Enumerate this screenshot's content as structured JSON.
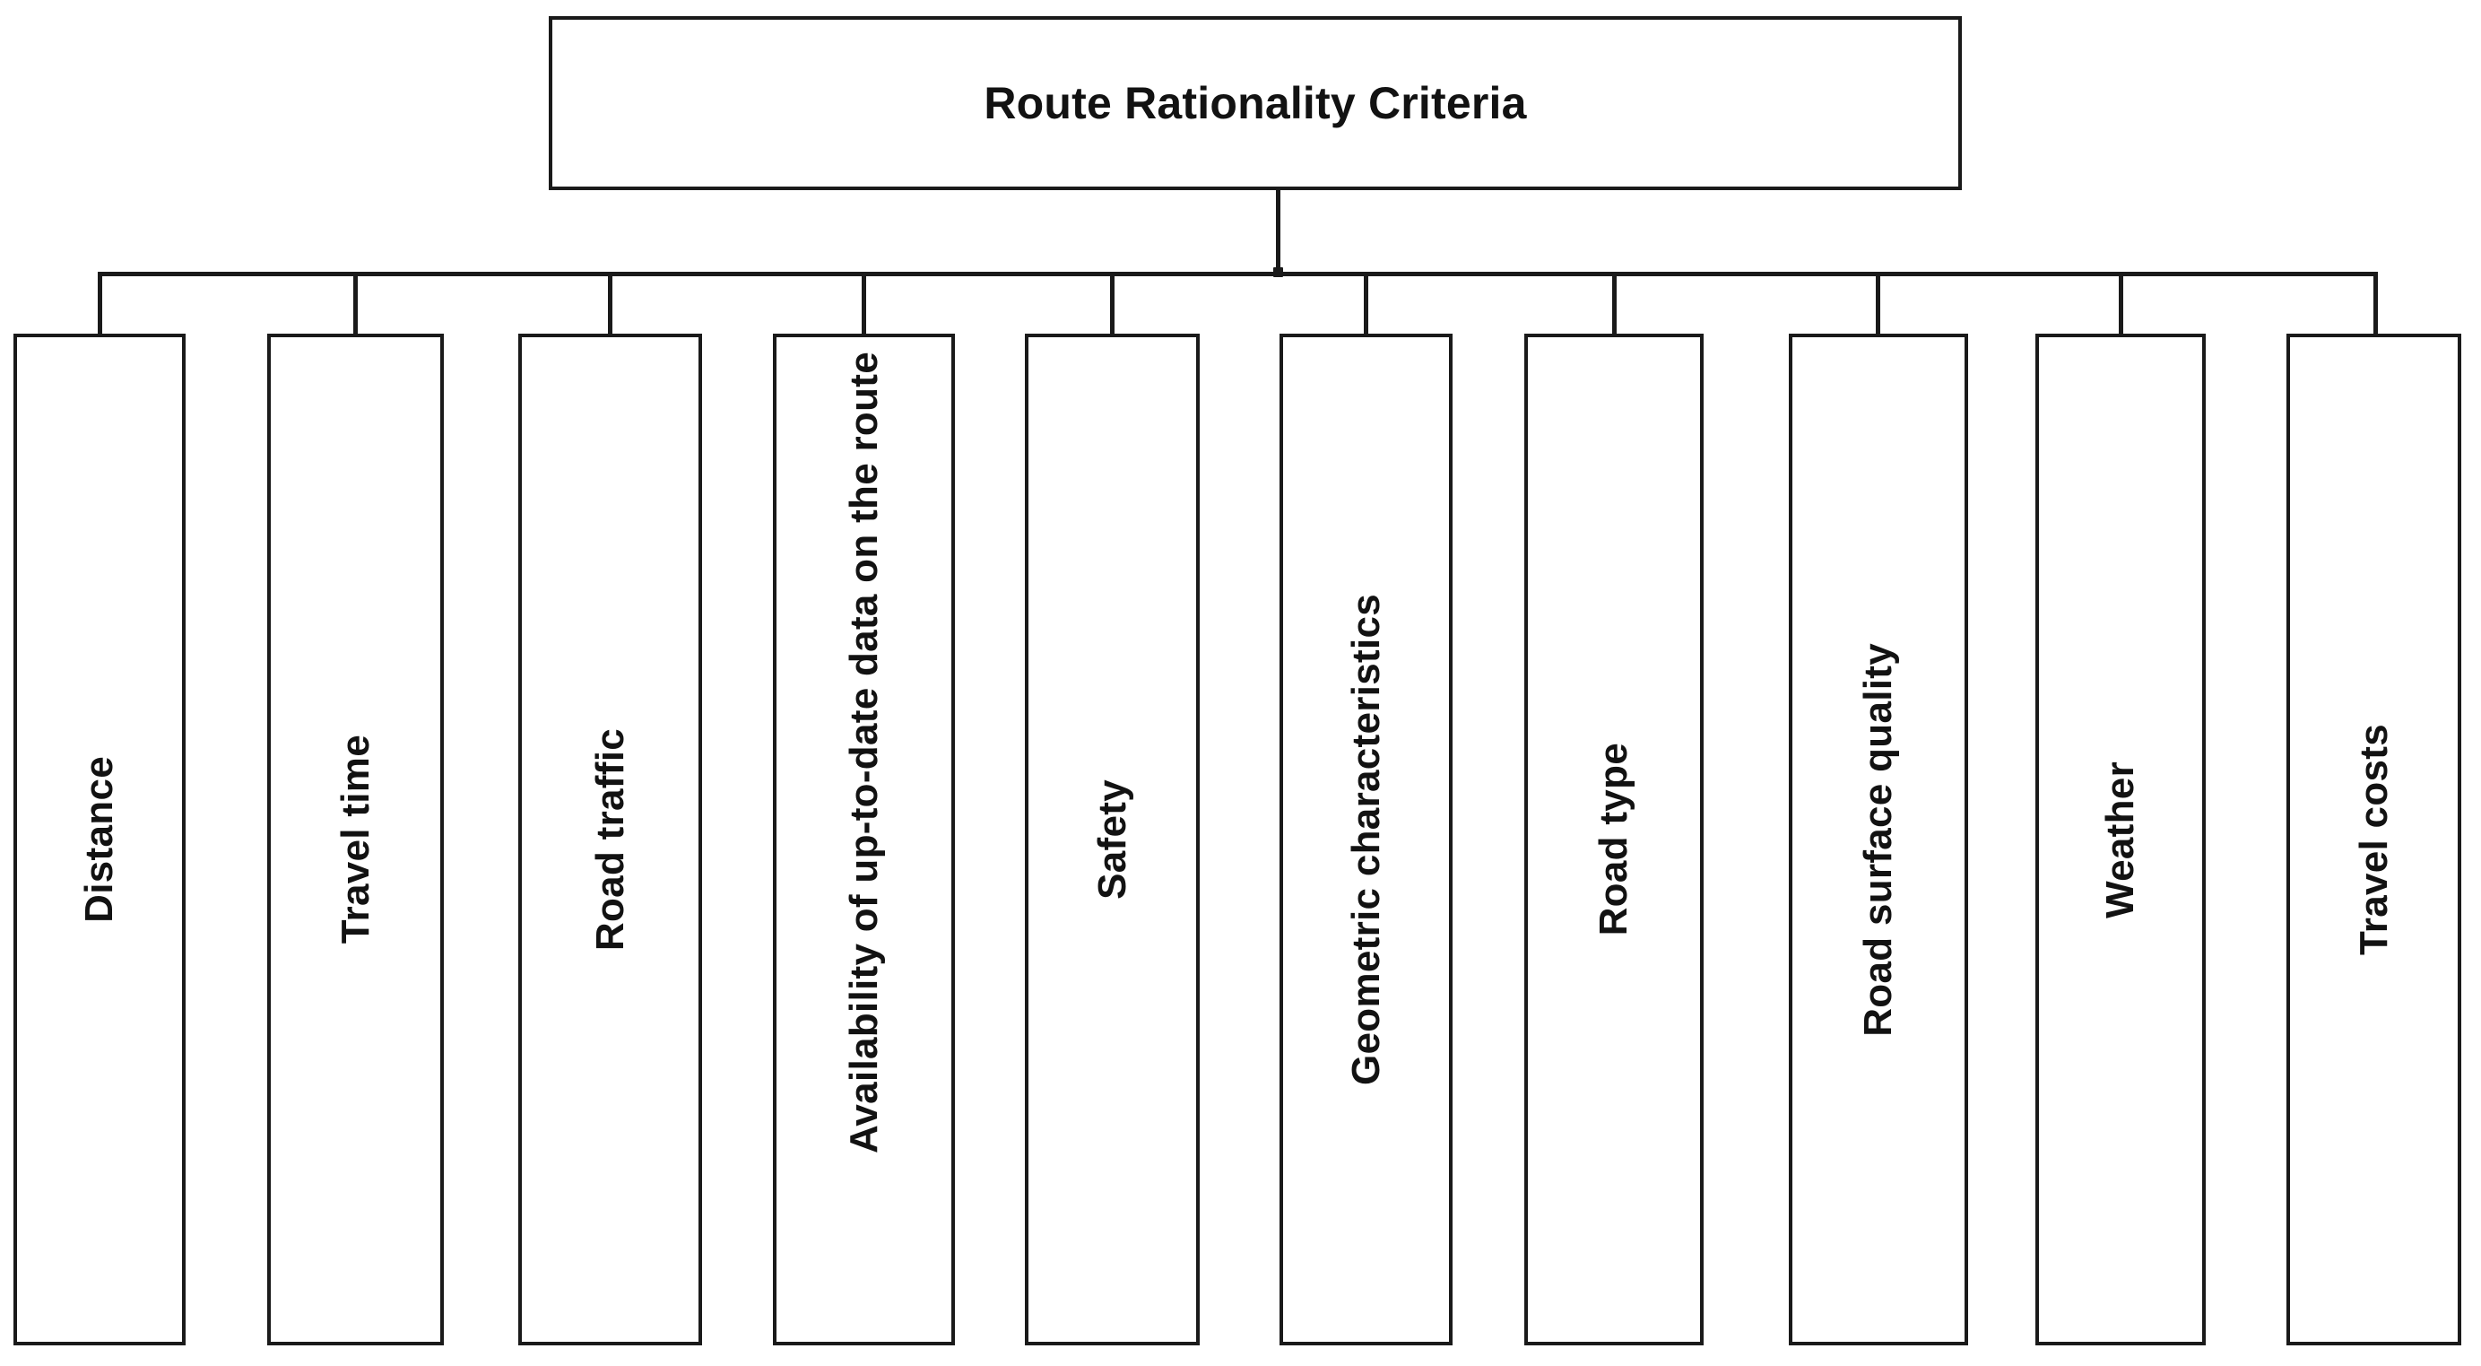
{
  "diagram": {
    "type": "tree-hierarchy",
    "orientation": "top-down",
    "root": {
      "label": "Route Rationality Criteria"
    },
    "children": [
      {
        "label": "Distance",
        "align": "center"
      },
      {
        "label": "Travel time",
        "align": "center"
      },
      {
        "label": "Road traffic",
        "align": "center"
      },
      {
        "label": "Availability of up-to-date data on the route",
        "align": "top"
      },
      {
        "label": "Safety",
        "align": "center"
      },
      {
        "label": "Geometric characteristics",
        "align": "center"
      },
      {
        "label": "Road type",
        "align": "center"
      },
      {
        "label": "Road surface quality",
        "align": "center"
      },
      {
        "label": "Weather",
        "align": "center"
      },
      {
        "label": "Travel costs",
        "align": "center"
      }
    ],
    "colors": {
      "stroke": "#1a1a1a",
      "text": "#121212",
      "background": "#ffffff"
    }
  }
}
